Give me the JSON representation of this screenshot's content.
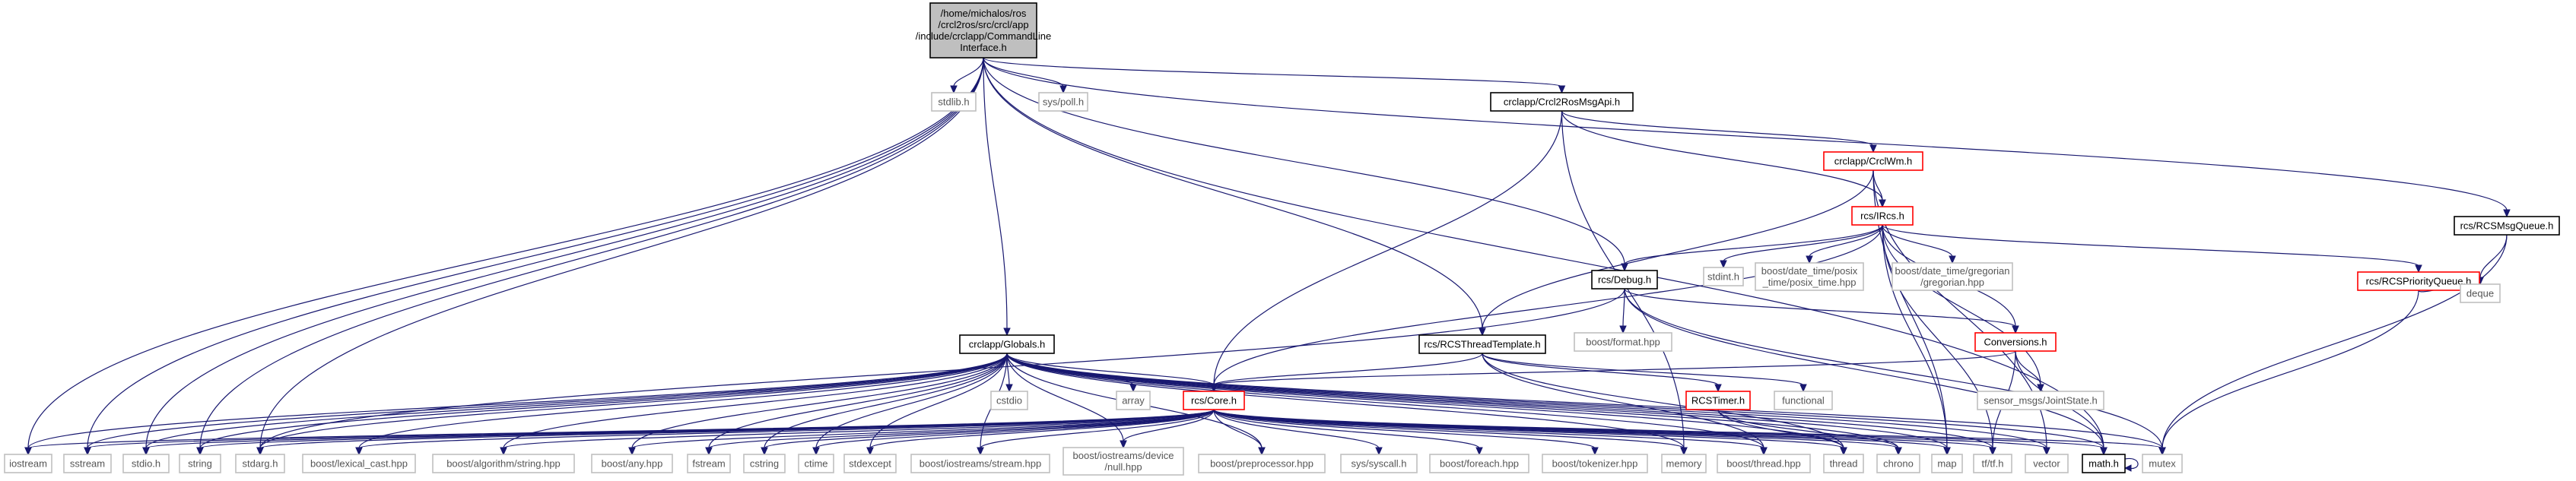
{
  "diagram": {
    "nodes": [
      {
        "id": "root",
        "lines": [
          "/home/michalos/ros",
          "/crcl2ros/src/crcl/app",
          "/include/crclapp/CommandLine",
          "Interface.h"
        ],
        "style": "root"
      },
      {
        "id": "stdlib",
        "lines": [
          "stdlib.h"
        ],
        "style": "gray"
      },
      {
        "id": "syspoll",
        "lines": [
          "sys/poll.h"
        ],
        "style": "gray"
      },
      {
        "id": "rosmsgapi",
        "lines": [
          "crclapp/Crcl2RosMsgApi.h"
        ],
        "style": "black"
      },
      {
        "id": "crclwm",
        "lines": [
          "crclapp/CrclWm.h"
        ],
        "style": "red"
      },
      {
        "id": "ircs",
        "lines": [
          "rcs/IRcs.h"
        ],
        "style": "red"
      },
      {
        "id": "debug",
        "lines": [
          "rcs/Debug.h"
        ],
        "style": "black"
      },
      {
        "id": "stdint",
        "lines": [
          "stdint.h"
        ],
        "style": "gray"
      },
      {
        "id": "posixtime",
        "lines": [
          "boost/date_time/posix",
          "_time/posix_time.hpp"
        ],
        "style": "gray"
      },
      {
        "id": "gregorian",
        "lines": [
          "boost/date_time/gregorian",
          "/gregorian.hpp"
        ],
        "style": "gray"
      },
      {
        "id": "rcspq",
        "lines": [
          "rcs/RCSPriorityQueue.h"
        ],
        "style": "red"
      },
      {
        "id": "rcsmsgq",
        "lines": [
          "rcs/RCSMsgQueue.h"
        ],
        "style": "black"
      },
      {
        "id": "deque",
        "lines": [
          "deque"
        ],
        "style": "gray"
      },
      {
        "id": "bformat",
        "lines": [
          "boost/format.hpp"
        ],
        "style": "gray"
      },
      {
        "id": "conversions",
        "lines": [
          "Conversions.h"
        ],
        "style": "red"
      },
      {
        "id": "globals",
        "lines": [
          "crclapp/Globals.h"
        ],
        "style": "black"
      },
      {
        "id": "rcsthreadtpl",
        "lines": [
          "rcs/RCSThreadTemplate.h"
        ],
        "style": "black"
      },
      {
        "id": "jointstate",
        "lines": [
          "sensor_msgs/JointState.h"
        ],
        "style": "gray"
      },
      {
        "id": "cstdio",
        "lines": [
          "cstdio"
        ],
        "style": "gray"
      },
      {
        "id": "array",
        "lines": [
          "array"
        ],
        "style": "gray"
      },
      {
        "id": "core",
        "lines": [
          "rcs/Core.h"
        ],
        "style": "red"
      },
      {
        "id": "rcstimer",
        "lines": [
          "RCSTimer.h"
        ],
        "style": "red"
      },
      {
        "id": "functional",
        "lines": [
          "functional"
        ],
        "style": "gray"
      },
      {
        "id": "iostream",
        "lines": [
          "iostream"
        ],
        "style": "gray"
      },
      {
        "id": "sstream",
        "lines": [
          "sstream"
        ],
        "style": "gray"
      },
      {
        "id": "stdioh",
        "lines": [
          "stdio.h"
        ],
        "style": "gray"
      },
      {
        "id": "string",
        "lines": [
          "string"
        ],
        "style": "gray"
      },
      {
        "id": "stdargh",
        "lines": [
          "stdarg.h"
        ],
        "style": "gray"
      },
      {
        "id": "lexcast",
        "lines": [
          "boost/lexical_cast.hpp"
        ],
        "style": "gray"
      },
      {
        "id": "algostring",
        "lines": [
          "boost/algorithm/string.hpp"
        ],
        "style": "gray"
      },
      {
        "id": "bany",
        "lines": [
          "boost/any.hpp"
        ],
        "style": "gray"
      },
      {
        "id": "fstream",
        "lines": [
          "fstream"
        ],
        "style": "gray"
      },
      {
        "id": "cstring",
        "lines": [
          "cstring"
        ],
        "style": "gray"
      },
      {
        "id": "ctime",
        "lines": [
          "ctime"
        ],
        "style": "gray"
      },
      {
        "id": "stdexcept",
        "lines": [
          "stdexcept"
        ],
        "style": "gray"
      },
      {
        "id": "iostreamsstream",
        "lines": [
          "boost/iostreams/stream.hpp"
        ],
        "style": "gray"
      },
      {
        "id": "iostreamsnull",
        "lines": [
          "boost/iostreams/device",
          "/null.hpp"
        ],
        "style": "gray"
      },
      {
        "id": "preprocessor",
        "lines": [
          "boost/preprocessor.hpp"
        ],
        "style": "gray"
      },
      {
        "id": "syscall",
        "lines": [
          "sys/syscall.h"
        ],
        "style": "gray"
      },
      {
        "id": "foreach",
        "lines": [
          "boost/foreach.hpp"
        ],
        "style": "gray"
      },
      {
        "id": "tokenizer",
        "lines": [
          "boost/tokenizer.hpp"
        ],
        "style": "gray"
      },
      {
        "id": "memory",
        "lines": [
          "memory"
        ],
        "style": "gray"
      },
      {
        "id": "bthread",
        "lines": [
          "boost/thread.hpp"
        ],
        "style": "gray"
      },
      {
        "id": "thread",
        "lines": [
          "thread"
        ],
        "style": "gray"
      },
      {
        "id": "chrono",
        "lines": [
          "chrono"
        ],
        "style": "gray"
      },
      {
        "id": "map",
        "lines": [
          "map"
        ],
        "style": "gray"
      },
      {
        "id": "tftf",
        "lines": [
          "tf/tf.h"
        ],
        "style": "gray"
      },
      {
        "id": "vector",
        "lines": [
          "vector"
        ],
        "style": "gray"
      },
      {
        "id": "mathh",
        "lines": [
          "math.h"
        ],
        "style": "black"
      },
      {
        "id": "mutex",
        "lines": [
          "mutex"
        ],
        "style": "gray"
      }
    ],
    "edges": [
      [
        "root",
        "stdlib"
      ],
      [
        "root",
        "syspoll"
      ],
      [
        "root",
        "rosmsgapi"
      ],
      [
        "root",
        "globals"
      ],
      [
        "root",
        "debug"
      ],
      [
        "root",
        "rcsthreadtpl"
      ],
      [
        "root",
        "rcsmsgq"
      ],
      [
        "root",
        "iostream"
      ],
      [
        "root",
        "sstream"
      ],
      [
        "root",
        "stdioh"
      ],
      [
        "root",
        "string"
      ],
      [
        "root",
        "stdargh"
      ],
      [
        "root",
        "mathh"
      ],
      [
        "rosmsgapi",
        "crclwm"
      ],
      [
        "rosmsgapi",
        "ircs"
      ],
      [
        "rosmsgapi",
        "core"
      ],
      [
        "rosmsgapi",
        "memory"
      ],
      [
        "crclwm",
        "ircs"
      ],
      [
        "crclwm",
        "rcsthreadtpl"
      ],
      [
        "crclwm",
        "map"
      ],
      [
        "crclwm",
        "vector"
      ],
      [
        "ircs",
        "debug"
      ],
      [
        "ircs",
        "stdint"
      ],
      [
        "ircs",
        "posixtime"
      ],
      [
        "ircs",
        "gregorian"
      ],
      [
        "ircs",
        "rcspq"
      ],
      [
        "ircs",
        "conversions"
      ],
      [
        "ircs",
        "jointstate"
      ],
      [
        "ircs",
        "core"
      ],
      [
        "ircs",
        "tftf"
      ],
      [
        "ircs",
        "map"
      ],
      [
        "debug",
        "bformat"
      ],
      [
        "debug",
        "conversions"
      ],
      [
        "debug",
        "stdargh"
      ],
      [
        "debug",
        "mutex"
      ],
      [
        "debug",
        "mathh"
      ],
      [
        "rcspq",
        "deque"
      ],
      [
        "rcspq",
        "mutex"
      ],
      [
        "rcsmsgq",
        "deque"
      ],
      [
        "rcsmsgq",
        "mutex"
      ],
      [
        "conversions",
        "core"
      ],
      [
        "conversions",
        "jointstate"
      ],
      [
        "conversions",
        "tftf"
      ],
      [
        "conversions",
        "mathh"
      ],
      [
        "rcsthreadtpl",
        "core"
      ],
      [
        "rcsthreadtpl",
        "rcstimer"
      ],
      [
        "rcsthreadtpl",
        "functional"
      ],
      [
        "rcsthreadtpl",
        "bthread"
      ],
      [
        "rcsthreadtpl",
        "thread"
      ],
      [
        "rcstimer",
        "chrono"
      ],
      [
        "rcstimer",
        "thread"
      ],
      [
        "globals",
        "core"
      ],
      [
        "globals",
        "cstdio"
      ],
      [
        "globals",
        "array"
      ],
      [
        "globals",
        "iostream"
      ],
      [
        "globals",
        "sstream"
      ],
      [
        "globals",
        "stdioh"
      ],
      [
        "globals",
        "string"
      ],
      [
        "globals",
        "stdargh"
      ],
      [
        "globals",
        "lexcast"
      ],
      [
        "globals",
        "algostring"
      ],
      [
        "globals",
        "bany"
      ],
      [
        "globals",
        "fstream"
      ],
      [
        "globals",
        "cstring"
      ],
      [
        "globals",
        "ctime"
      ],
      [
        "globals",
        "stdexcept"
      ],
      [
        "globals",
        "iostreamsstream"
      ],
      [
        "globals",
        "iostreamsnull"
      ],
      [
        "globals",
        "preprocessor"
      ],
      [
        "globals",
        "memory"
      ],
      [
        "globals",
        "bthread"
      ],
      [
        "globals",
        "thread"
      ],
      [
        "globals",
        "chrono"
      ],
      [
        "globals",
        "map"
      ],
      [
        "globals",
        "tftf"
      ],
      [
        "globals",
        "vector"
      ],
      [
        "globals",
        "mathh"
      ],
      [
        "globals",
        "mutex"
      ],
      [
        "core",
        "iostream"
      ],
      [
        "core",
        "sstream"
      ],
      [
        "core",
        "stdioh"
      ],
      [
        "core",
        "string"
      ],
      [
        "core",
        "stdargh"
      ],
      [
        "core",
        "lexcast"
      ],
      [
        "core",
        "algostring"
      ],
      [
        "core",
        "bany"
      ],
      [
        "core",
        "fstream"
      ],
      [
        "core",
        "cstring"
      ],
      [
        "core",
        "ctime"
      ],
      [
        "core",
        "stdexcept"
      ],
      [
        "core",
        "iostreamsstream"
      ],
      [
        "core",
        "iostreamsnull"
      ],
      [
        "core",
        "preprocessor"
      ],
      [
        "core",
        "syscall"
      ],
      [
        "core",
        "foreach"
      ],
      [
        "core",
        "tokenizer"
      ],
      [
        "core",
        "memory"
      ],
      [
        "core",
        "bthread"
      ],
      [
        "core",
        "thread"
      ],
      [
        "core",
        "chrono"
      ],
      [
        "core",
        "map"
      ],
      [
        "core",
        "tftf"
      ],
      [
        "core",
        "vector"
      ],
      [
        "core",
        "mathh"
      ],
      [
        "core",
        "mutex"
      ],
      [
        "mathh",
        "mathh"
      ]
    ]
  }
}
